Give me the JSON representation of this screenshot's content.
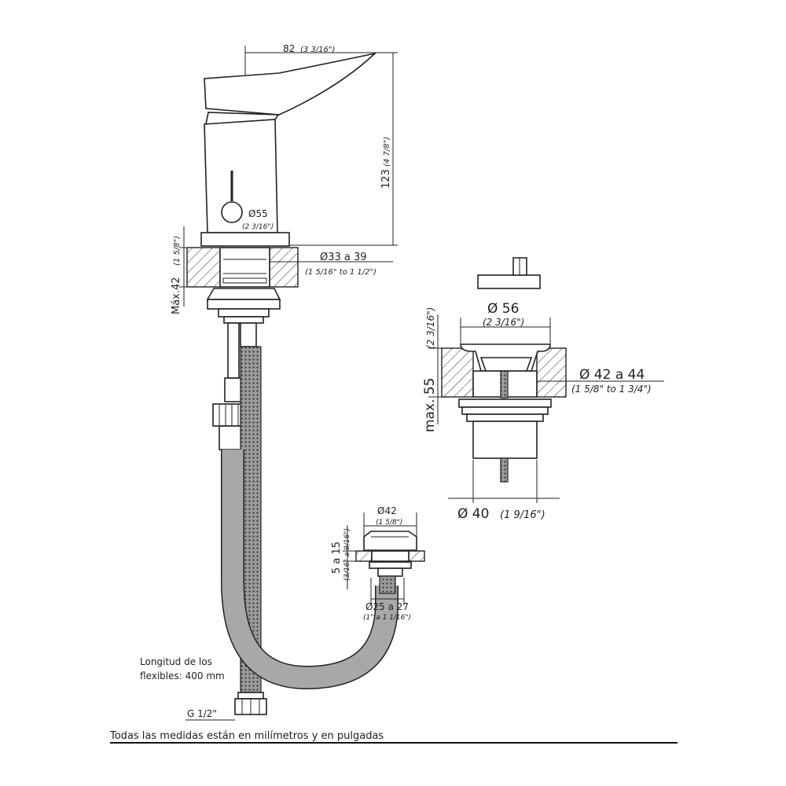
{
  "faucet": {
    "width_main": "82",
    "width_inch": "(3 3/16\")",
    "height_main": "123",
    "height_inch": "(4 7/8\")",
    "body_dia_main": "Ø55",
    "body_dia_inch": "(2 3/16\")",
    "hole_dia_main": "Ø33 a 39",
    "hole_dia_inch": "(1 5/16\" to 1 1/2\")",
    "max_thickness_main": "Máx.42",
    "max_thickness_inch": "(1 5/8\")"
  },
  "hose": {
    "length_line1": "Longitud de los",
    "length_line2": "flexibles: 400 mm",
    "thread": "G 1/2\""
  },
  "aux_fitting": {
    "dia_main": "Ø42",
    "dia_inch": "(1 5/8\")",
    "thickness_main": "5 a 15",
    "thickness_inch": "(3/16\" a 9/16\")",
    "hole_main": "Ø25 a 27",
    "hole_inch": "(1\" a 1 1/16\")"
  },
  "drain": {
    "top_dia_main": "Ø 56",
    "top_dia_inch": "(2 3/16\")",
    "max_main": "max. 55",
    "max_inch": "(2 3/16\")",
    "hole_main": "Ø 42 a 44",
    "hole_inch": "(1 5/8\" to 1 3/4\")",
    "bottom_dia_main": "Ø 40",
    "bottom_dia_inch": "(1 9/16\")"
  },
  "footer": {
    "note": "Todas las medidas están en milímetros y en pulgadas"
  }
}
